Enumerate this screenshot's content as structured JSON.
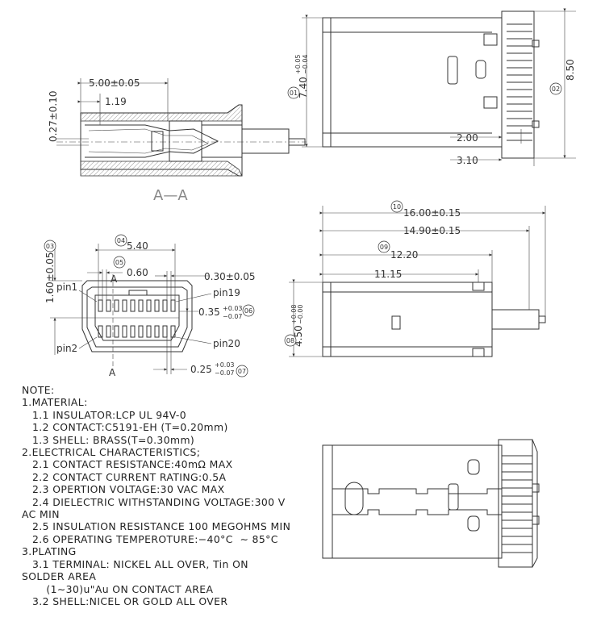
{
  "section_label": "A—A",
  "dims": {
    "d_500": "5.00±0.05",
    "d_119": "1.19",
    "d_027": "0.27±0.10",
    "d_740": "7.40",
    "d_740_tol_up": "+0.05",
    "d_740_tol_dn": "−0.04",
    "d_850": "8.50",
    "d_200": "2.00",
    "d_310": "3.10",
    "d_1600": "16.00±0.15",
    "d_1490": "14.90±0.15",
    "d_1220": "12.20",
    "d_1115": "11.15",
    "d_450": "4.50",
    "d_450_tol_up": "+0.08",
    "d_450_tol_dn": "−0.00",
    "d_160": "1.60±0.05",
    "d_540": "5.40",
    "d_060": "0.60",
    "d_030": "0.30±0.05",
    "d_035": "0.35",
    "d_035_tol_up": "+0.03",
    "d_035_tol_dn": "−0.07",
    "d_025": "0.25",
    "d_025_tol_up": "+0.03",
    "d_025_tol_dn": "−0.07"
  },
  "balloons": {
    "b01": "01",
    "b02": "02",
    "b03": "03",
    "b04": "04",
    "b05": "05",
    "b06": "06",
    "b07": "07",
    "b08": "08",
    "b09": "09",
    "b10": "10"
  },
  "pins": {
    "pin1": "pin1",
    "pin2": "pin2",
    "pin19": "pin19",
    "pin20": "pin20",
    "a_top": "A",
    "a_bottom": "A"
  },
  "notes": [
    "NOTE:",
    "1.MATERIAL:",
    "   1.1 INSULATOR:LCP UL 94V-0",
    "   1.2 CONTACT:C5191-EH (T=0.20mm)",
    "   1.3 SHELL: BRASS(T=0.30mm)",
    "2.ELECTRICAL CHARACTERISTICS;",
    "   2.1 CONTACT RESISTANCE:40mΩ MAX",
    "   2.2 CONTACT CURRENT RATING:0.5A",
    "   2.3 OPERTION VOLTAGE:30 VAC MAX",
    "   2.4 DIELECTRIC WITHSTANDING VOLTAGE:300 V",
    "AC MIN",
    "   2.5 INSULATION RESISTANCE 100 MEGOHMS MIN",
    "   2.6 OPERATING TEMPEROTURE:−40°C  ∼ 85°C",
    "3.PLATING",
    "   3.1 TERMINAL: NICKEL ALL OVER, Tin ON",
    "SOLDER AREA",
    "       (1∼30)u\"Au ON CONTACT AREA",
    "   3.2 SHELL:NICEL OR GOLD ALL OVER"
  ]
}
